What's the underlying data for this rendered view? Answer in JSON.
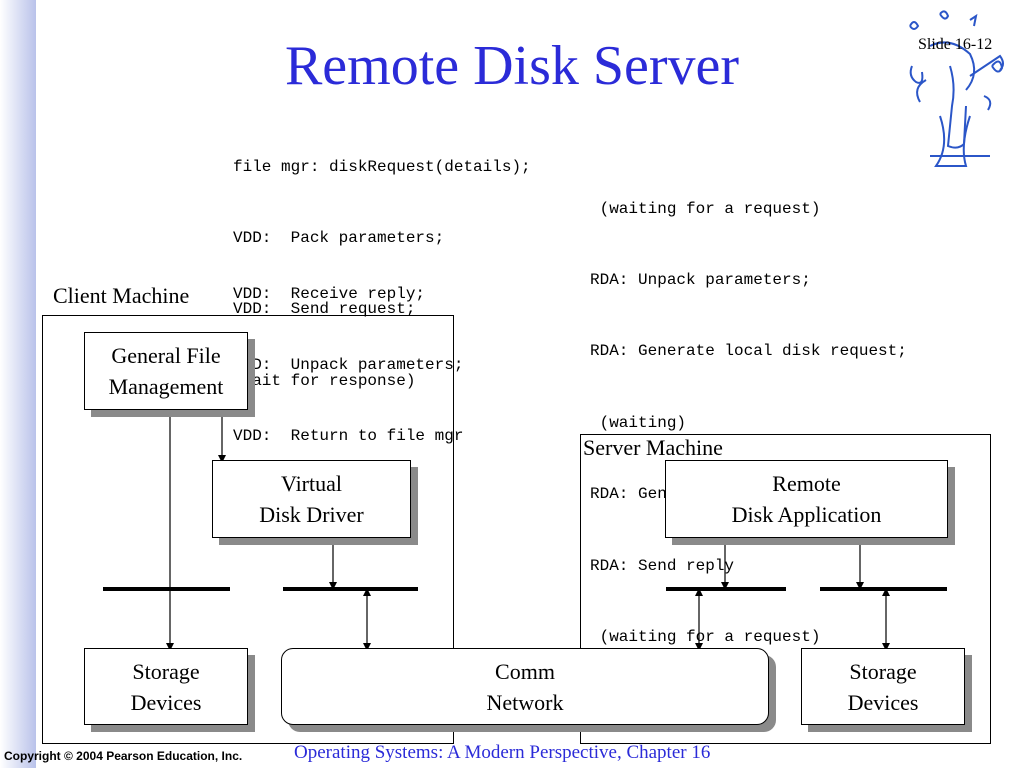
{
  "slide": {
    "title": "Remote Disk Server",
    "slide_number": "Slide 16-12"
  },
  "client_code": {
    "block1": [
      "file mgr: diskRequest(details);",
      "VDD:  Pack parameters;",
      "VDD:  Send request;",
      "(wait for response)"
    ],
    "block2": [
      "VDD:  Receive reply;",
      "VDD:  Unpack parameters;",
      "VDD:  Return to file mgr"
    ]
  },
  "server_code": [
    " (waiting for a request)",
    "RDA: Unpack parameters;",
    "RDA: Generate local disk request;",
    " (waiting)",
    "RDA: Generate reply;",
    "RDA: Send reply",
    " (waiting for a request)"
  ],
  "diagram": {
    "client_machine_label": "Client Machine",
    "server_machine_label": "Server Machine",
    "general_file_mgmt": [
      "General File",
      "Management"
    ],
    "virtual_disk_driver": [
      "Virtual",
      "Disk Driver"
    ],
    "remote_disk_app": [
      "Remote",
      "Disk Application"
    ],
    "storage_client": [
      "Storage",
      "Devices"
    ],
    "comm_network": [
      "Comm",
      "Network"
    ],
    "storage_server": [
      "Storage",
      "Devices"
    ]
  },
  "footer": {
    "copyright": "Copyright © 2004 Pearson Education, Inc.",
    "book": "Operating Systems: A Modern Perspective, Chapter 16"
  },
  "colors": {
    "title": "#2b2bd8",
    "gradient": "#b9c2ea",
    "shadow": "#8a8a8a"
  }
}
